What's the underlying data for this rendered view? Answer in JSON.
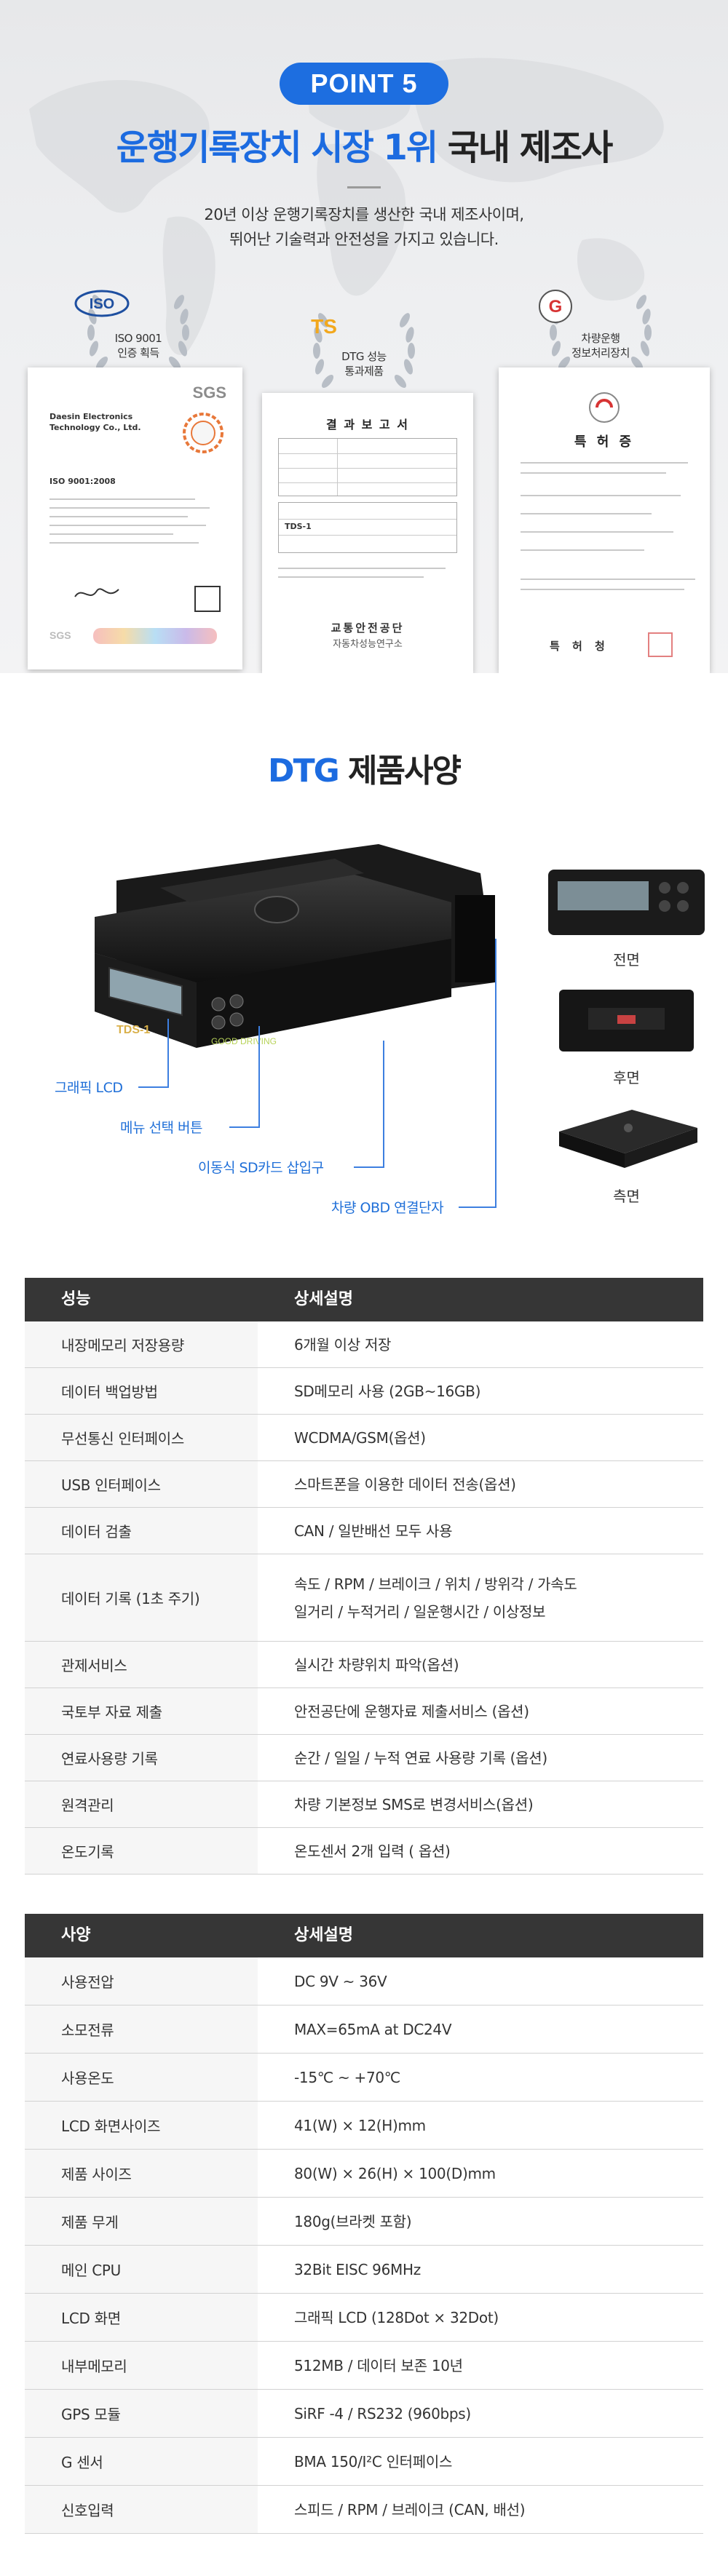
{
  "point": {
    "badge": "POINT 5",
    "title_blue": "운행기록장치 시장 1위",
    "title_dark": "국내 제조사",
    "desc_line1": "20년 이상 운행기록장치를 생산한 국내 제조사이며,",
    "desc_line2": "뛰어난 기술력과 안전성을 가지고 있습니다.",
    "certs": [
      {
        "logo": "ISO",
        "line1": "ISO 9001",
        "line2": "인증 획득"
      },
      {
        "logo": "TS",
        "line1": "DTG 성능",
        "line2": "통과제품"
      },
      {
        "logo": "G",
        "line1": "차량운행",
        "line2": "정보처리장치"
      }
    ],
    "docs": {
      "iso": {
        "header": "SGS",
        "company": "Daesin Electronics Technology Co., Ltd.",
        "standard": "ISO 9001:2008",
        "footer": "SGS"
      },
      "report": {
        "title": "결 과 보 고 서",
        "model": "TDS-1",
        "org": "교통안전공단",
        "org2": "자동차성능연구소"
      },
      "patent": {
        "title": "특 허 증",
        "footer": "특 허 청"
      }
    },
    "colors": {
      "accent": "#1c6be0",
      "badge": "#1d6ee0"
    }
  },
  "dtg": {
    "title_blue": "DTG",
    "title_dark": "제품사양",
    "device_label": "TDS-1",
    "device_brand": "GOOD DRIVING",
    "callouts": {
      "lcd": "그래픽 LCD",
      "menu": "메뉴 선택 버튼",
      "sd": "이동식 SD카드 삽입구",
      "obd": "차량 OBD 연결단자"
    },
    "views": {
      "front": "전면",
      "back": "후면",
      "side": "측면"
    }
  },
  "table1": {
    "header": {
      "key": "성능",
      "value": "상세설명"
    },
    "rows": [
      {
        "k": "내장메모리 저장용량",
        "v": [
          "6개월 이상 저장"
        ]
      },
      {
        "k": "데이터 백업방법",
        "v": [
          "SD메모리 사용 (2GB~16GB)"
        ]
      },
      {
        "k": "무선통신 인터페이스",
        "v": [
          "WCDMA/GSM(옵션)"
        ]
      },
      {
        "k": "USB 인터페이스",
        "v": [
          "스마트폰을 이용한 데이터 전송(옵션)"
        ]
      },
      {
        "k": "데이터 검출",
        "v": [
          "CAN / 일반배선 모두 사용"
        ]
      },
      {
        "k": "데이터 기록 (1초 주기)",
        "v": [
          "속도 / RPM / 브레이크 / 위치 / 방위각 / 가속도",
          "일거리 / 누적거리 / 일운행시간 / 이상정보"
        ]
      },
      {
        "k": "관제서비스",
        "v": [
          "실시간 차량위치 파악(옵션)"
        ]
      },
      {
        "k": "국토부 자료 제출",
        "v": [
          "안전공단에 운행자료 제출서비스 (옵션)"
        ]
      },
      {
        "k": "연료사용량 기록",
        "v": [
          "순간 / 일일 / 누적 연료 사용량 기록 (옵션)"
        ]
      },
      {
        "k": "원격관리",
        "v": [
          "차량 기본정보 SMS로 변경서비스(옵션)"
        ]
      },
      {
        "k": "온도기록",
        "v": [
          "온도센서 2개 입력 ( 옵션)"
        ]
      }
    ]
  },
  "table2": {
    "header": {
      "key": "사양",
      "value": "상세설명"
    },
    "rows": [
      {
        "k": "사용전압",
        "v": [
          "DC 9V ~ 36V"
        ]
      },
      {
        "k": "소모전류",
        "v": [
          "MAX=65mA at DC24V"
        ]
      },
      {
        "k": "사용온도",
        "v": [
          "-15℃ ~ +70℃"
        ]
      },
      {
        "k": "LCD 화면사이즈",
        "v": [
          "41(W) × 12(H)mm"
        ]
      },
      {
        "k": "제품 사이즈",
        "v": [
          "80(W) × 26(H) × 100(D)mm"
        ]
      },
      {
        "k": "제품 무게",
        "v": [
          "180g(브라켓 포함)"
        ]
      },
      {
        "k": "메인 CPU",
        "v": [
          "32Bit EISC 96MHz"
        ]
      },
      {
        "k": "LCD 화면",
        "v": [
          "그래픽 LCD (128Dot × 32Dot)"
        ]
      },
      {
        "k": "내부메모리",
        "v": [
          "512MB / 데이터 보존 10년"
        ]
      },
      {
        "k": "GPS 모듈",
        "v": [
          "SiRF -4 / RS232 (960bps)"
        ]
      },
      {
        "k": "G 센서",
        "v": [
          "BMA 150/I²C 인터페이스"
        ]
      },
      {
        "k": "신호입력",
        "v": [
          "스피드 / RPM / 브레이크 (CAN, 배선)"
        ]
      }
    ]
  }
}
